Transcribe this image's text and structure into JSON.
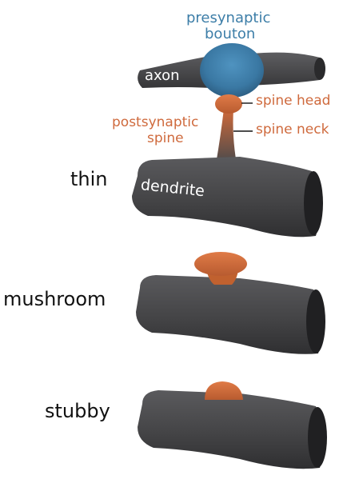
{
  "labels": {
    "presynaptic": "presynaptic",
    "bouton": "bouton",
    "axon": "axon",
    "spine_head": "spine head",
    "spine_neck": "spine neck",
    "postsynaptic": "postsynaptic",
    "spine": "spine",
    "dendrite": "dendrite",
    "thin": "thin",
    "mushroom": "mushroom",
    "stubby": "stubby"
  },
  "colors": {
    "membrane": "#4a4a4c",
    "presynaptic_blue": "#3d7ea8",
    "postsynaptic_orange": "#cf6a3d",
    "label_text": "#111111"
  }
}
